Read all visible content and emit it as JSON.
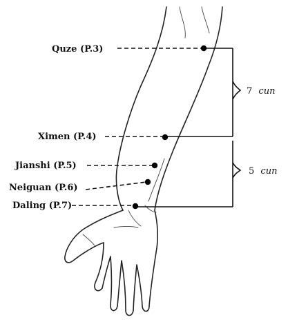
{
  "points": [
    {
      "label": "Quze (P.3)"
    },
    {
      "label": "Ximen (P.4)"
    },
    {
      "label": "Jianshi (P.5)"
    },
    {
      "label": "Neiguan (P.6)"
    },
    {
      "label": "Daling (P.7)"
    }
  ],
  "measurements": [
    {
      "number": "7",
      "unit": "cun"
    },
    {
      "number": "5",
      "unit": "cun"
    }
  ],
  "colors": {
    "ink": "#111111",
    "background": "#ffffff"
  }
}
